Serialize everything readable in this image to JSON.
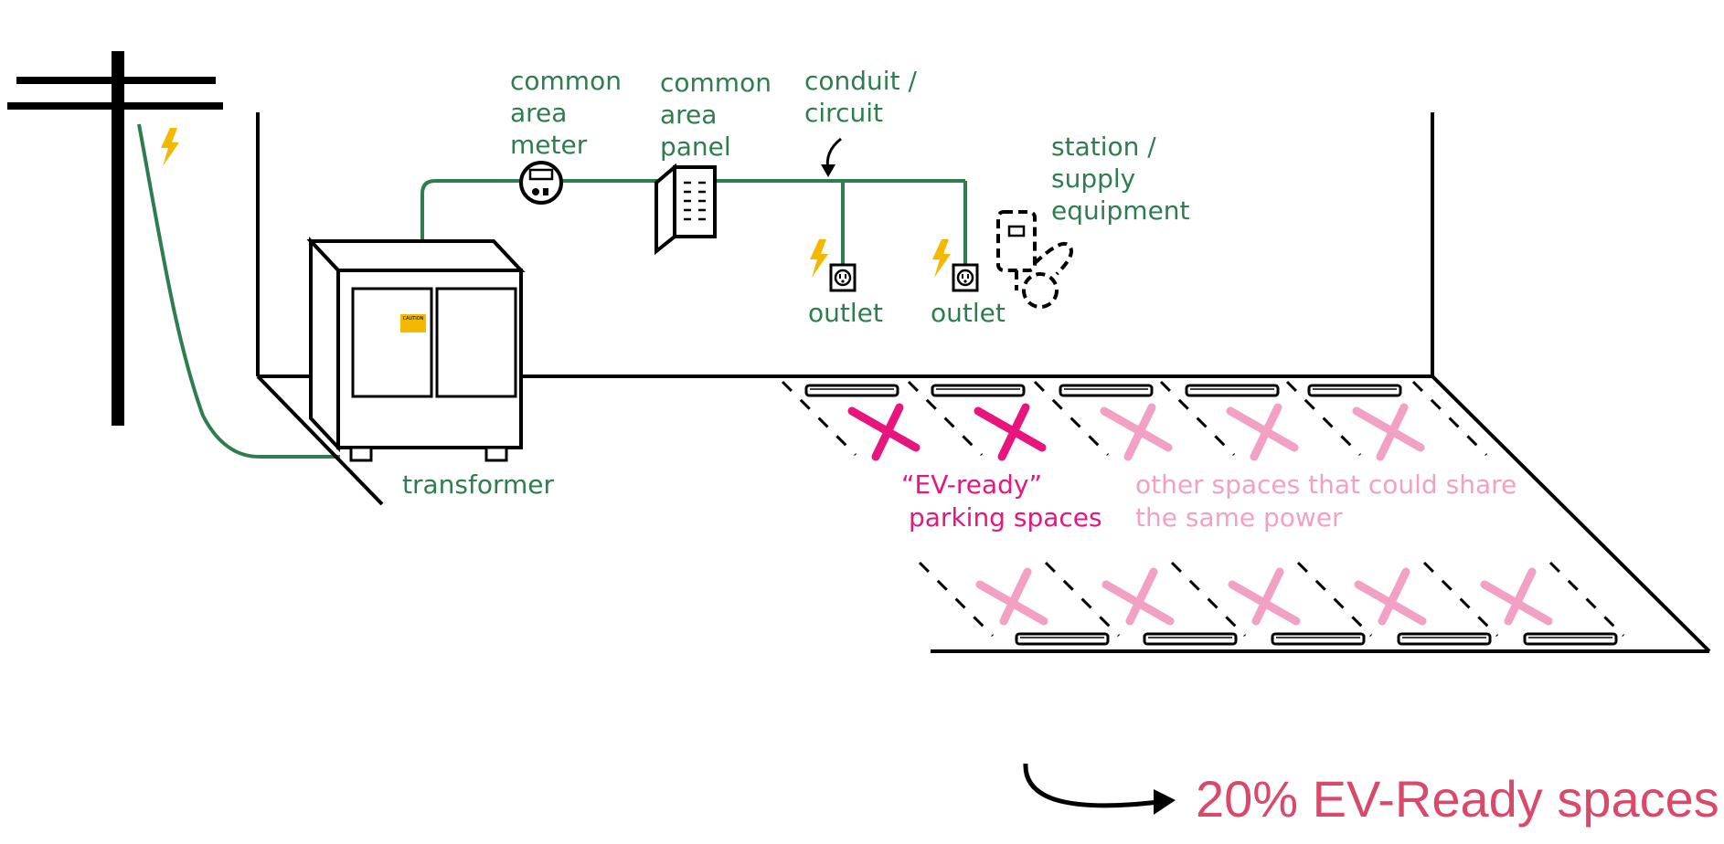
{
  "labels": {
    "common_area_meter": [
      "common",
      "area",
      "meter"
    ],
    "common_area_panel": [
      "common",
      "area",
      "panel"
    ],
    "conduit_circuit": [
      "conduit /",
      "circuit"
    ],
    "station_supply": [
      "station /",
      "supply",
      "equipment"
    ],
    "outlet_1": "outlet",
    "outlet_2": "outlet",
    "transformer": "transformer",
    "caution": "CAUTION",
    "ev_ready": [
      "“EV-ready”",
      "parking spaces"
    ],
    "other_spaces": [
      "other spaces that could share",
      "the same power"
    ],
    "result": "20% EV-Ready spaces"
  },
  "counts": {
    "ev_ready_spaces": 2,
    "other_spaces_top_row": 3,
    "other_spaces_bottom_row": 5
  },
  "colors": {
    "wire": "#2e7d4f",
    "ev_ready": "#e8157f",
    "other": "#f2a0c4",
    "bolt": "#f5b800",
    "result": "#d94a6a"
  },
  "icons": [
    "utility-pole-icon",
    "lightning-bolt-icon",
    "meter-icon",
    "panel-icon",
    "outlet-icon",
    "charging-station-icon",
    "transformer-icon",
    "wheel-stop-icon",
    "x-mark-icon",
    "curved-arrow-icon"
  ]
}
